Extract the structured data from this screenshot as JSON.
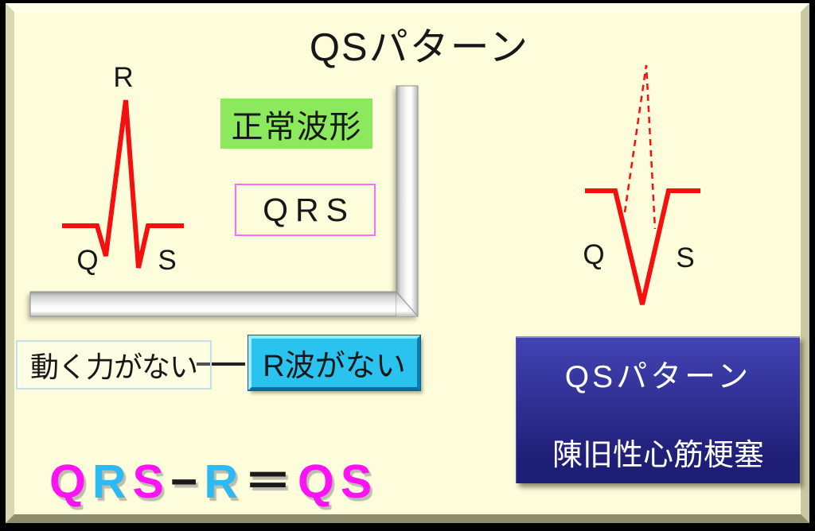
{
  "title": "QSパターン",
  "normal_waveform": {
    "r_label": "R",
    "q_label": "Q",
    "s_label": "S",
    "caption": "正常波形",
    "complex_label": "QRS"
  },
  "qs_waveform": {
    "q_label": "Q",
    "s_label": "S"
  },
  "explanation": {
    "cause": "動く力がない",
    "effect": "R波がない"
  },
  "result_box": {
    "title": "QSパターン",
    "diagnosis": "陳旧性心筋梗塞"
  },
  "formula": {
    "parts": [
      {
        "text": "Q",
        "color": "#fb12f5"
      },
      {
        "text": "R",
        "color": "#2db9f2"
      },
      {
        "text": "S",
        "color": "#fb12f5"
      },
      {
        "text": "−",
        "color": "#1a1a1a"
      },
      {
        "text": "R",
        "color": "#2db9f2"
      },
      {
        "text": "＝",
        "color": "#1a1a1a"
      },
      {
        "text": "Q",
        "color": "#fb12f5"
      },
      {
        "text": "S",
        "color": "#fb12f5"
      }
    ]
  },
  "colors": {
    "background": "#fdfddc",
    "waveform_red": "#f50f0f",
    "caption_green": "#8ce95e",
    "qrs_border_magenta": "#ff6aff",
    "effect_cyan": "#2ac3f0",
    "result_blue_top": "#4343b4",
    "result_blue_bottom": "#1e1e76"
  }
}
